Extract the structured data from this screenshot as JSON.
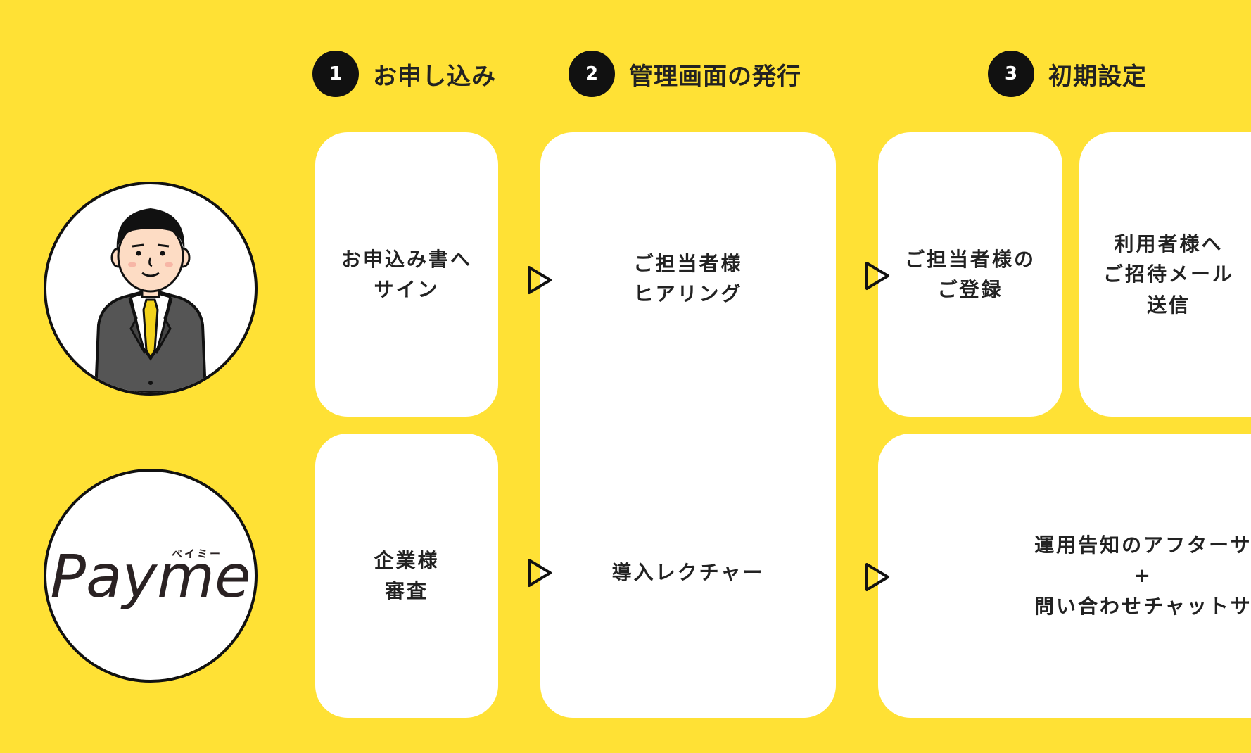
{
  "steps": [
    {
      "number": "1",
      "title": "お申し込み"
    },
    {
      "number": "2",
      "title": "管理画面の発行"
    },
    {
      "number": "3",
      "title": "初期設定"
    }
  ],
  "actors": {
    "customer": {
      "icon": "businessman-icon"
    },
    "provider": {
      "logo_text": "Payme",
      "logo_kana": "ペイミー"
    }
  },
  "cards": {
    "sign_application": "お申込み書へ\nサイン",
    "hearing": "ご担当者様\nヒアリング",
    "register_contact": "ご担当者様の\nご登録",
    "invite_users": "利用者様へ\nご招待メール\n送信",
    "company_review": "企業様\n審査",
    "lecture": "導入レクチャー",
    "after_support": "運用告知のアフターサ\n+\n問い合わせチャットサ"
  },
  "colors": {
    "background": "#FFE135",
    "card": "#FFFFFF",
    "accent": "#111111",
    "tie": "#F2D21B"
  }
}
